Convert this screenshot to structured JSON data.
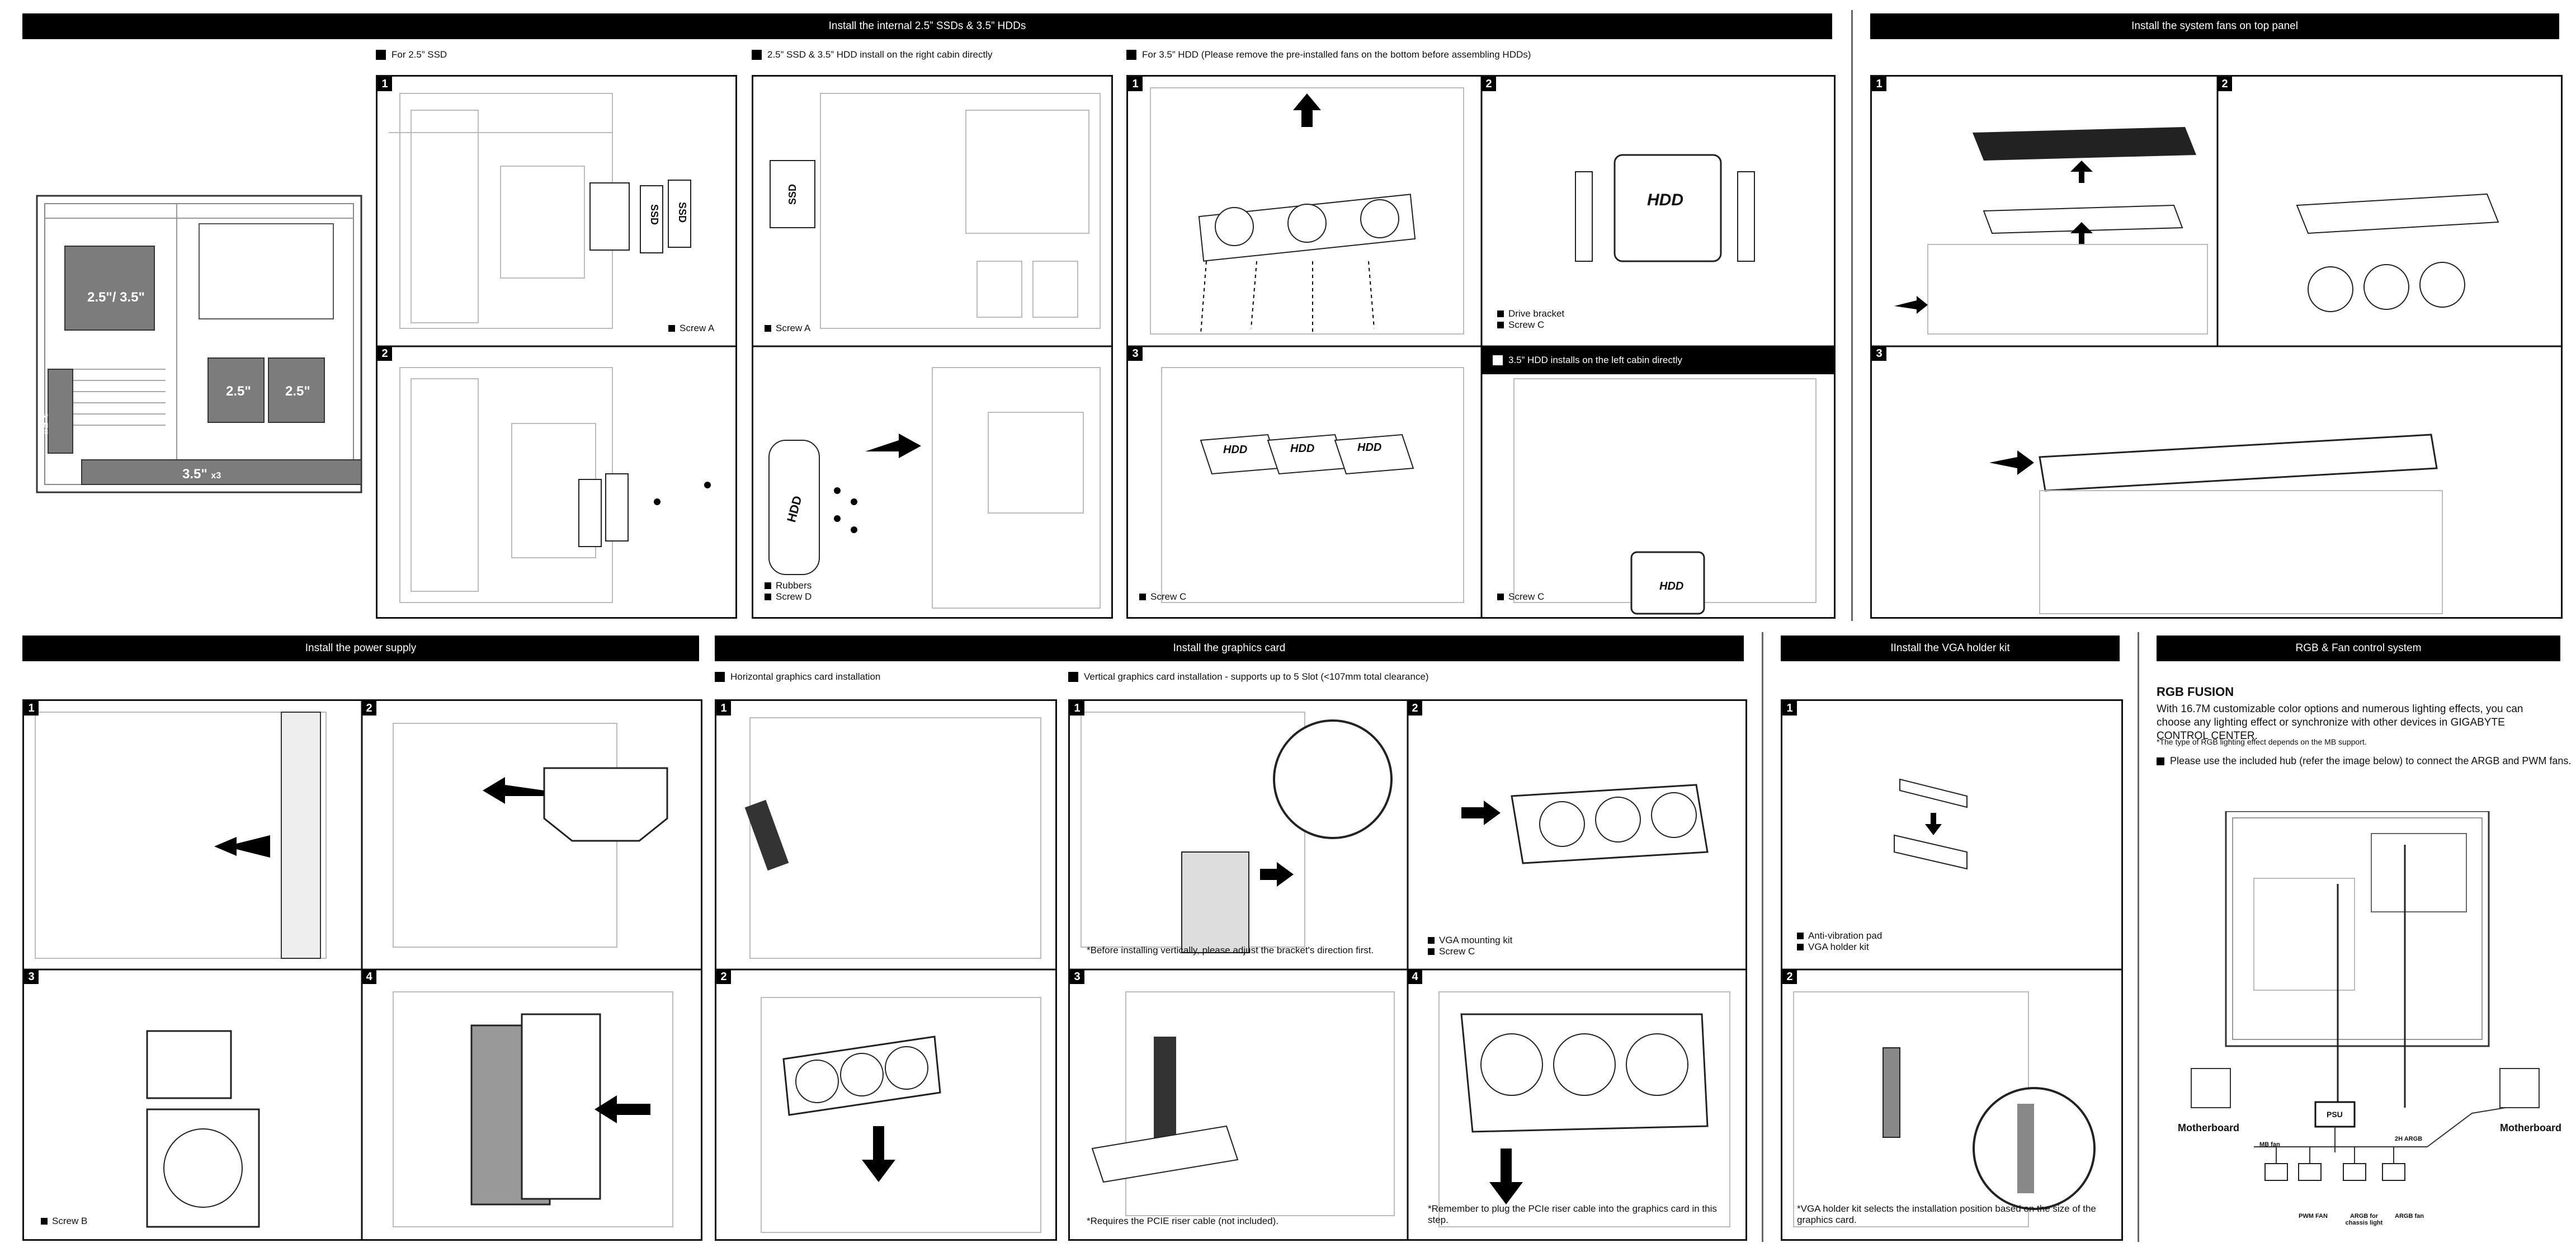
{
  "headers": {
    "ssd_hdd": "Install the internal 2.5” SSDs & 3.5” HDDs",
    "top_fans": "Install the system fans on top panel",
    "psu": "Install the power supply",
    "gpu": "Install the graphics card",
    "vga": "IInstall the VGA holder kit",
    "rgb": "RGB & Fan control system"
  },
  "ssd_section": {
    "sub_25": "For 2.5” SSD",
    "sub_combo": "2.5” SSD & 3.5” HDD install on the right cabin directly",
    "sub_35": "For 3.5” HDD (Please remove the pre-installed fans on the bottom before assembling HDDs)",
    "left_cabin_title": "3.5” HDD installs on the left cabin directly",
    "bay_labels": {
      "bay_top": "2.5\"/ 3.5\"",
      "bay_a": "2.5\"",
      "bay_b": "2.5\"",
      "bay_side": "3.5\"",
      "bay_bottom": "3.5\"",
      "bay_bottom_qty": "x3"
    },
    "legends": {
      "screw_a": "Screw A",
      "rubbers": "Rubbers",
      "screw_d": "Screw D",
      "drive_bracket": "Drive bracket",
      "screw_c": "Screw C"
    },
    "drive_labels": {
      "ssd": "SSD",
      "hdd": "HDD"
    }
  },
  "psu_section": {
    "screw_b": "Screw B"
  },
  "gpu_section": {
    "sub_horizontal": "Horizontal graphics card installation",
    "sub_vertical": "Vertical graphics card installation - supports up to 5 Slot (<107mm total clearance)",
    "note_bracket": "*Before installing vertically, please adjust the bracket's direction first.",
    "legend_mount": "VGA mounting kit",
    "legend_screw": "Screw C",
    "note_riser": "*Requires the PCIE riser cable (not included).",
    "note_plug": "*Remember to plug the PCIe riser cable into the graphics card in this step."
  },
  "vga_section": {
    "legend_pad": "Anti-vibration pad",
    "legend_kit": "VGA holder kit",
    "note": "*VGA holder kit selects the installation position based on the size of the graphics card."
  },
  "rgb_section": {
    "title": "RGB FUSION",
    "desc": "With 16.7M customizable color options and numerous lighting effects, you can choose any lighting effect or synchronize with other devices in GIGABYTE CONTROL CENTER.",
    "note": "*The type of RGB lighting effect depends on the MB support.",
    "bullet": "Please use the included hub (refer the image below) to connect the ARGB and PWM fans.",
    "motherboard_left": "Motherboard",
    "motherboard_right": "Motherboard",
    "psu": "PSU",
    "mb_fan": "MB fan",
    "argb_2h": "2H ARGB",
    "pwm_fan": "PWM FAN",
    "argb_for": "ARGB for chassis light",
    "argb_fan": "ARGB fan"
  },
  "steps": [
    "1",
    "2",
    "3",
    "4"
  ]
}
